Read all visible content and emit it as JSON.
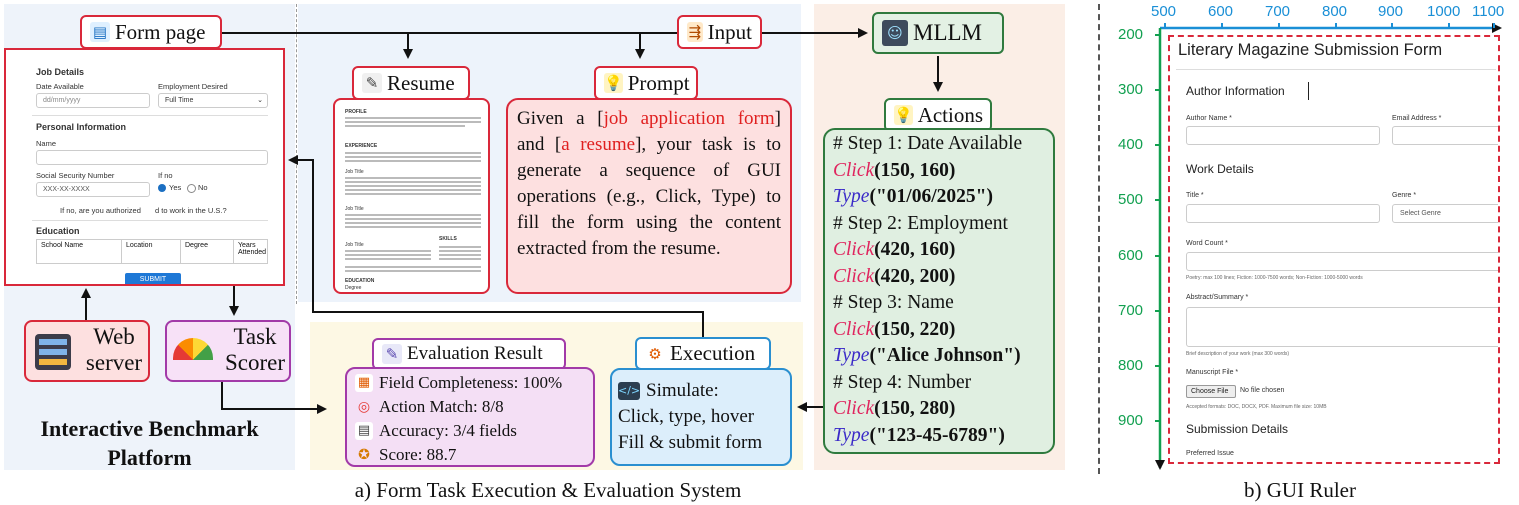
{
  "panel_a": {
    "form_page": {
      "title": "Form page"
    },
    "form_preview": {
      "job_details": "Job Details",
      "date_available": "Date Available",
      "date_placeholder": "dd/mm/yyyy",
      "employment_desired": "Employment Desired",
      "employment_value": "Full Time",
      "personal_info": "Personal Information",
      "name": "Name",
      "ssn": "Social Security Number",
      "ssn_placeholder": "XXX-XX-XXXX",
      "if_no": "If no",
      "yes": "Yes",
      "no": "No",
      "authorized": "If no, are you authorized",
      "authorized_tail": "d to work in the U.S.?",
      "education": "Education",
      "table_headers": [
        "School Name",
        "Location",
        "Degree",
        "Years Attended"
      ],
      "submit": "SUBMIT"
    },
    "web_server": {
      "line1": "Web",
      "line2": "server"
    },
    "task_scorer": {
      "line1": "Task",
      "line2": "Scorer"
    },
    "platform_label": {
      "line1": "Interactive Benchmark",
      "line2": "Platform"
    },
    "resume": {
      "title": "Resume",
      "sections": [
        "PROFILE",
        "EXPERIENCE",
        "Job Title",
        "Job Title",
        "Job Title",
        "SKILLS",
        "EDUCATION",
        "Degree"
      ]
    },
    "input": {
      "title": "Input"
    },
    "prompt": {
      "title": "Prompt",
      "p1": "Given a [",
      "hl1": "job application form",
      "p2": "] and [",
      "hl2": "a resume",
      "p3": "], your task is to generate a sequence of GUI operations (e.g., Click, Type) to fill the form using the content extracted from the resume."
    },
    "mllm": {
      "title": "MLLM"
    },
    "actions": {
      "title": "Actions",
      "lines": [
        {
          "kind": "step",
          "text": "# Step 1: Date Available"
        },
        {
          "kind": "click",
          "fn": "Click",
          "args": "(150, 160)"
        },
        {
          "kind": "type",
          "fn": "Type",
          "args": "(\"01/06/2025\")"
        },
        {
          "kind": "step",
          "text": "# Step 2: Employment"
        },
        {
          "kind": "click",
          "fn": "Click",
          "args": "(420, 160)"
        },
        {
          "kind": "click",
          "fn": "Click",
          "args": "(420, 200)"
        },
        {
          "kind": "step",
          "text": "# Step 3: Name"
        },
        {
          "kind": "click",
          "fn": "Click",
          "args": "(150, 220)"
        },
        {
          "kind": "type",
          "fn": "Type",
          "args": "(\"Alice Johnson\")"
        },
        {
          "kind": "step",
          "text": "# Step 4: Number"
        },
        {
          "kind": "click",
          "fn": "Click",
          "args": "(150, 280)"
        },
        {
          "kind": "type",
          "fn": "Type",
          "args": "(\"123-45-6789\")"
        }
      ]
    },
    "evaluation": {
      "title": "Evaluation Result",
      "items": [
        {
          "icon": "chart-icon",
          "text": "Field Completeness: 100%"
        },
        {
          "icon": "target-icon",
          "text": "Action Match: 8/8"
        },
        {
          "icon": "clipboard-icon",
          "text": "Accuracy: 3/4 fields"
        },
        {
          "icon": "medal-icon",
          "text": "Score: 88.7"
        }
      ]
    },
    "execution": {
      "title": "Execution",
      "line1": "Simulate:",
      "line2": "Click, type, hover",
      "line3": "Fill & submit form"
    },
    "caption": "a)  Form Task Execution & Evaluation System"
  },
  "panel_b": {
    "x_ticks": [
      "500",
      "600",
      "700",
      "800",
      "900",
      "1000",
      "1100"
    ],
    "y_ticks": [
      "200",
      "300",
      "400",
      "500",
      "600",
      "700",
      "800",
      "900"
    ],
    "form": {
      "title": "Literary Magazine Submission Form",
      "author_info": "Author Information",
      "author_name": "Author Name *",
      "email": "Email Address *",
      "work_details": "Work Details",
      "title_field": "Title *",
      "genre": "Genre *",
      "genre_select": "Select Genre",
      "word_count": "Word Count *",
      "word_hint": "Poetry: max 100 lines; Fiction: 1000-7500 words; Non-Fiction: 1000-5000 words",
      "abstract": "Abstract/Summary *",
      "abstract_hint": "Brief description of your work (max 300 words)",
      "manuscript": "Manuscript File *",
      "choose_file": "Choose File",
      "no_file": "No file chosen",
      "formats": "Accepted formats: DOC, DOCX, PDF. Maximum file size: 10MB",
      "submission": "Submission Details",
      "preferred": "Preferred Issue"
    },
    "caption": "b)  GUI Ruler"
  },
  "colors": {
    "red": "#d9283a",
    "green": "#2f7a3e",
    "purple": "#a23aa8",
    "blue": "#2a8fd0",
    "ruler_x": "#1a8fd6",
    "ruler_y": "#12a050"
  }
}
